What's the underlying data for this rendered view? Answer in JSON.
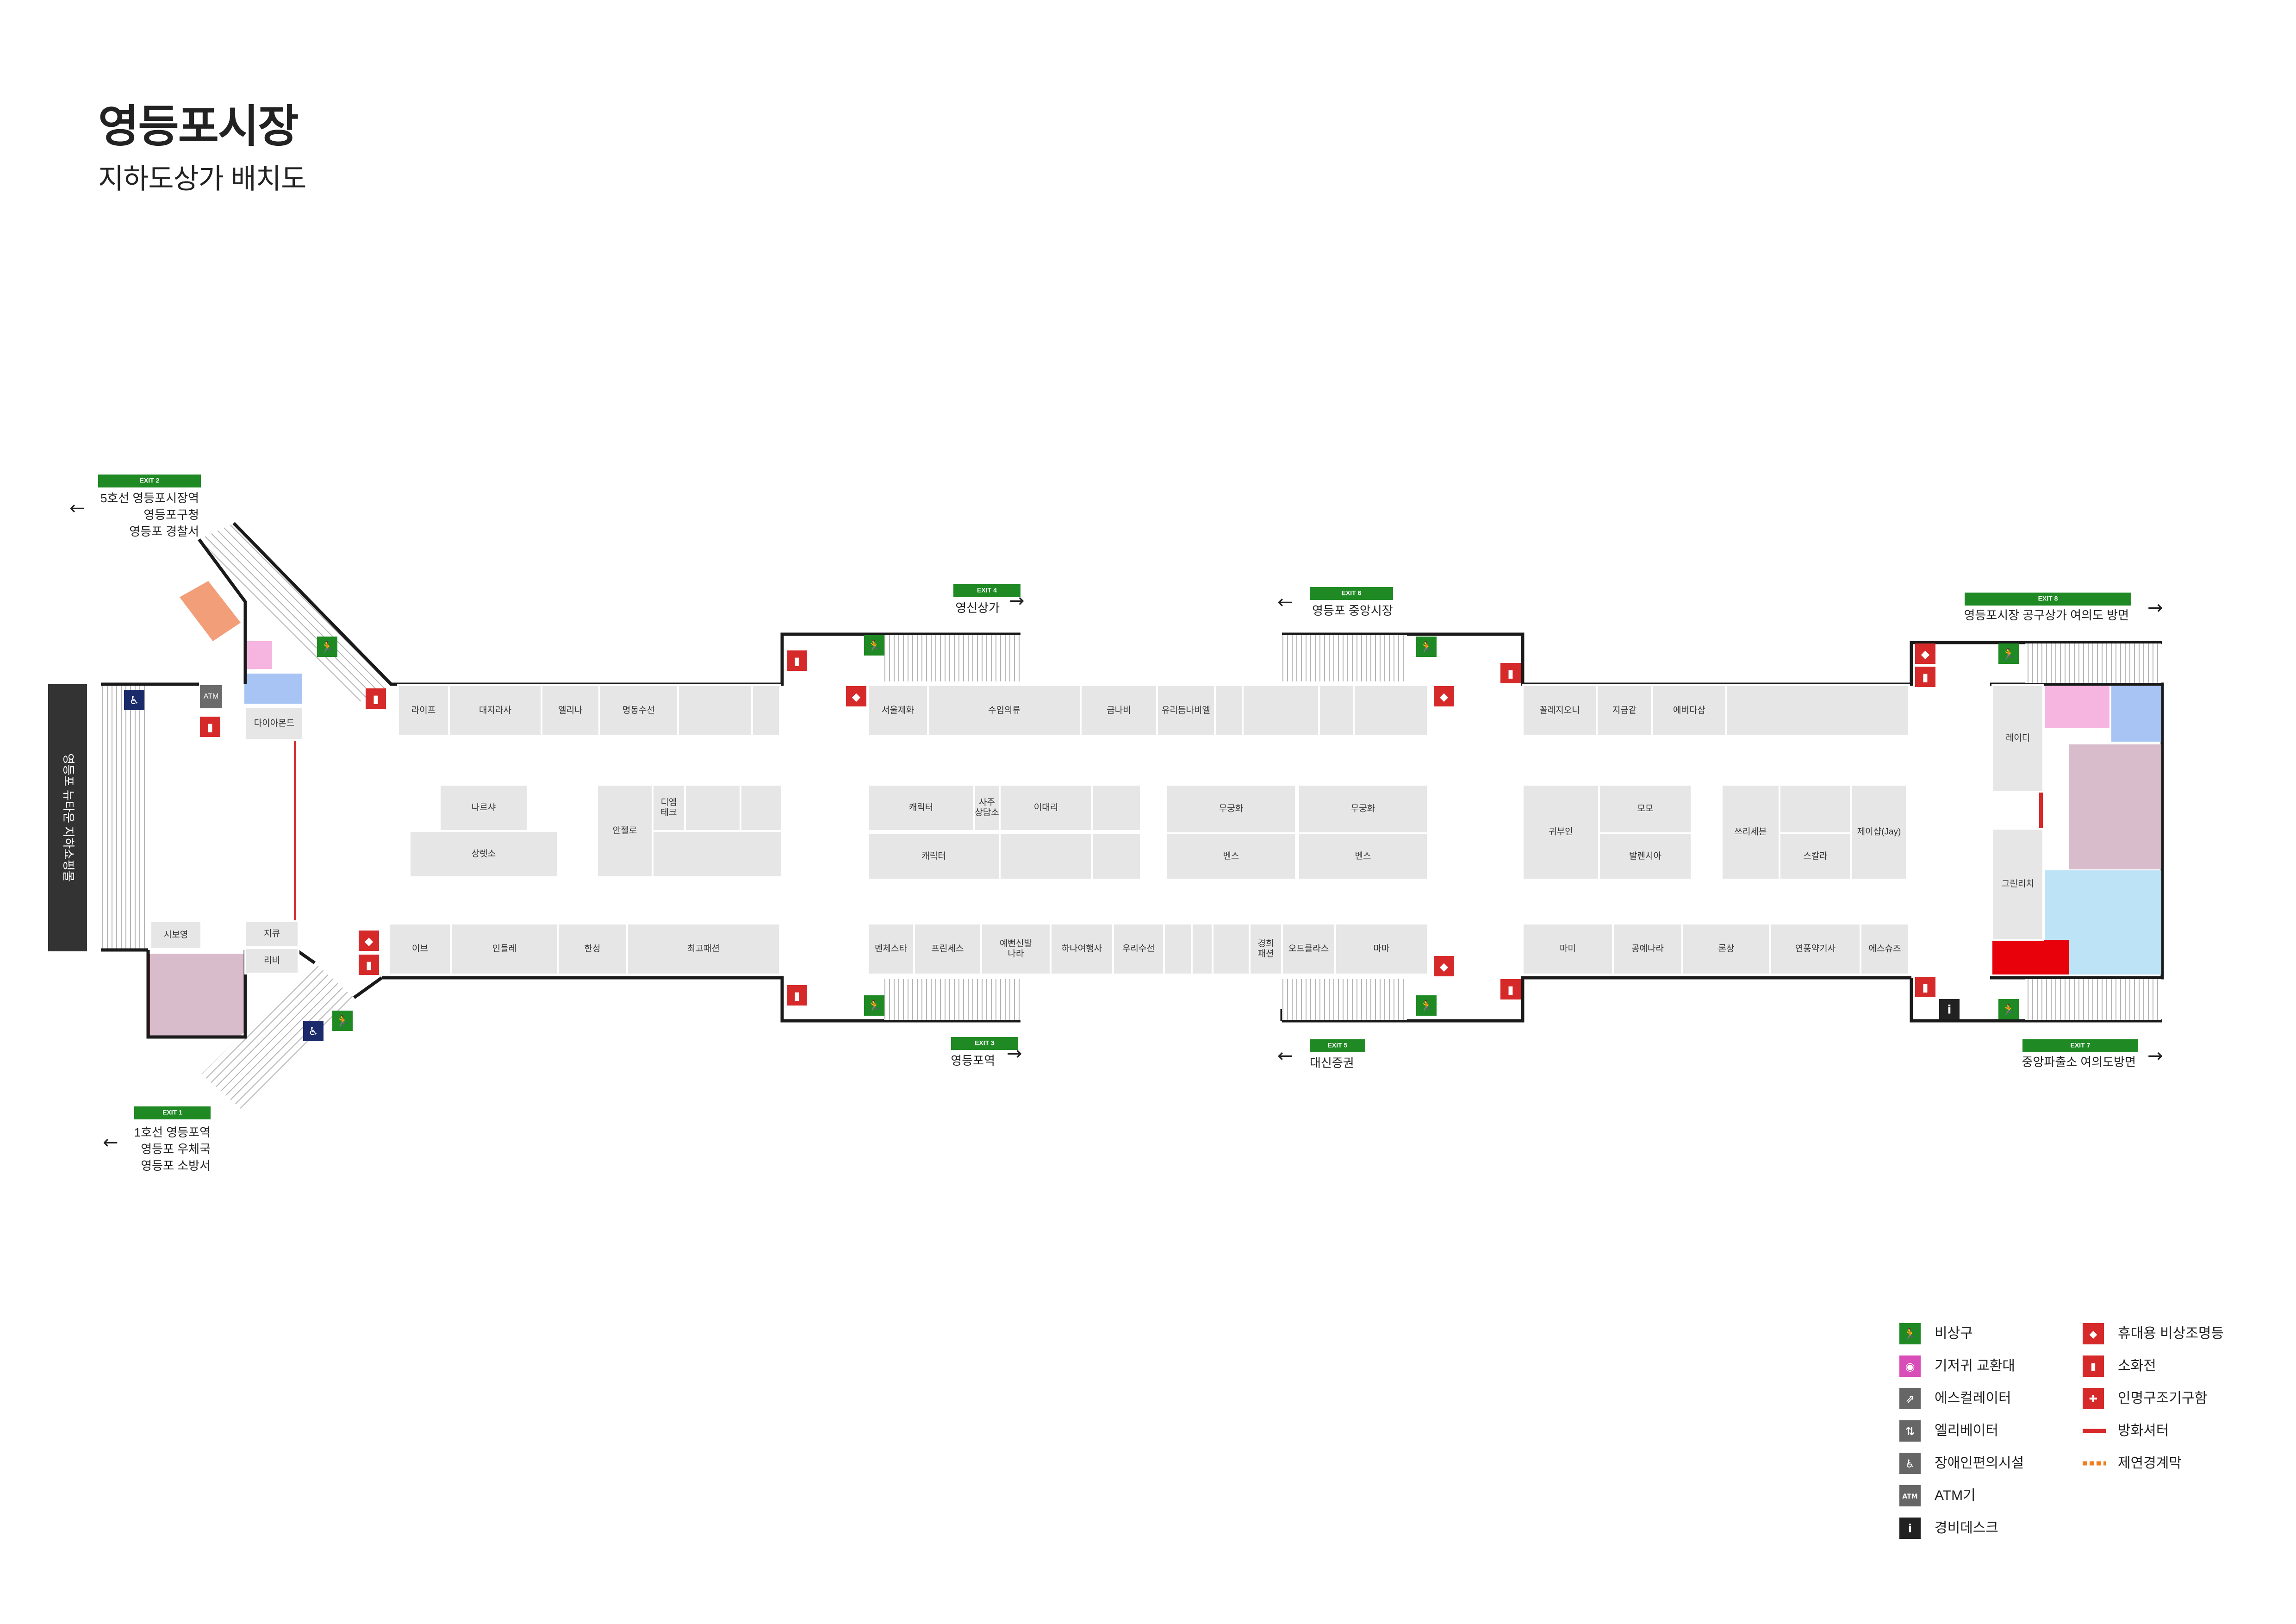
{
  "header": {
    "title": "영등포시장",
    "subtitle": "지하도상가 배치도"
  },
  "side_building": "영등포 뉴타운 지하쇼핑몰",
  "exits": [
    {
      "code": "EXIT 2",
      "lines": [
        "5호선 영등포시장역",
        "영등포구청",
        "영등포 경찰서"
      ]
    },
    {
      "code": "EXIT 4",
      "lines": [
        "영신상가"
      ]
    },
    {
      "code": "EXIT 6",
      "lines": [
        "영등포 중앙시장"
      ]
    },
    {
      "code": "EXIT 8",
      "lines": [
        "영등포시장 공구상가 여의도 방면"
      ]
    },
    {
      "code": "EXIT 1",
      "lines": [
        "1호선 영등포역",
        "영등포 우체국",
        "영등포 소방서"
      ]
    },
    {
      "code": "EXIT 3",
      "lines": [
        "영등포역"
      ]
    },
    {
      "code": "EXIT 5",
      "lines": [
        "대신증권"
      ]
    },
    {
      "code": "EXIT 7",
      "lines": [
        "중앙파출소 여의도방면"
      ]
    }
  ],
  "shops": {
    "west_hub": [
      "ATM",
      "다이아몬드",
      "시보영",
      "지큐",
      "리비"
    ],
    "top_row": [
      "라이프",
      "대지라사",
      "엘리나",
      "명동수선",
      "서울제화",
      "수입의류",
      "금나비",
      "유리듬나비엘",
      "꼴레지오니",
      "지금같",
      "에버다샵",
      "레이디"
    ],
    "center_islands": [
      "나르샤",
      "상렛소",
      "안젤로",
      "디엠 테크",
      "캐릭터",
      "사주 상담소",
      "이대리",
      "캐릭터",
      "무궁화",
      "무궁화",
      "벤스",
      "벤스",
      "귀부인",
      "모모",
      "발렌시아",
      "쓰리세븐",
      "스칼라",
      "제이샵(Jay)",
      "그린리치"
    ],
    "bottom_row": [
      "이브",
      "인들레",
      "한성",
      "최고패션",
      "멘체스타",
      "프린세스",
      "예뻔신발 나라",
      "하나여행사",
      "우리수선",
      "경희 패션",
      "오드클라스",
      "마마",
      "마미",
      "공예나라",
      "론상",
      "연풍약기사",
      "에스슈즈"
    ]
  },
  "legend": {
    "left": [
      "비상구",
      "기저귀 교환대",
      "에스컬레이터",
      "엘리베이터",
      "장애인편의시설",
      "ATM기",
      "경비데스크"
    ],
    "right": [
      "휴대용 비상조명등",
      "소화전",
      "인명구조기구함",
      "방화셔터",
      "제연경계막"
    ]
  },
  "colors": {
    "shop": "#e6e6e6",
    "exit_green": "#1f8a24",
    "emergency_red": "#d62a2a",
    "diaper_pink": "#f6b5e0",
    "restroom_blue": "#a8c4f4",
    "mauve": "#d8bccb",
    "sky": "#bde3f7",
    "escalator_orange": "#f29e78",
    "dark": "#333333",
    "navy": "#1a2a6b"
  }
}
